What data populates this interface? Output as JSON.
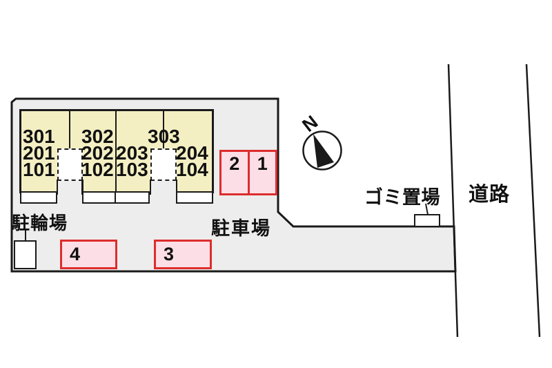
{
  "diagram_type": "site-plan",
  "colors": {
    "plot_fill": "#ededed",
    "building_fill": "#f4efc3",
    "parking_fill": "#fcdfe6",
    "parking_border": "#dd2c2c",
    "line": "#1a1a1a"
  },
  "labels": {
    "bicycle_parking": "駐輪場",
    "car_parking": "駐車場",
    "garbage_area": "ゴミ置場",
    "road": "道路",
    "north": "N"
  },
  "building": {
    "columns": [
      {
        "units": [
          "301",
          "201",
          "101"
        ]
      },
      {
        "units": [
          "302",
          "202",
          "102"
        ]
      },
      {
        "units": [
          "203",
          "103"
        ]
      },
      {
        "units": [
          "204",
          "104"
        ]
      }
    ],
    "corner_unit": "303"
  },
  "parking": {
    "spaces": [
      "1",
      "2",
      "3",
      "4"
    ]
  }
}
